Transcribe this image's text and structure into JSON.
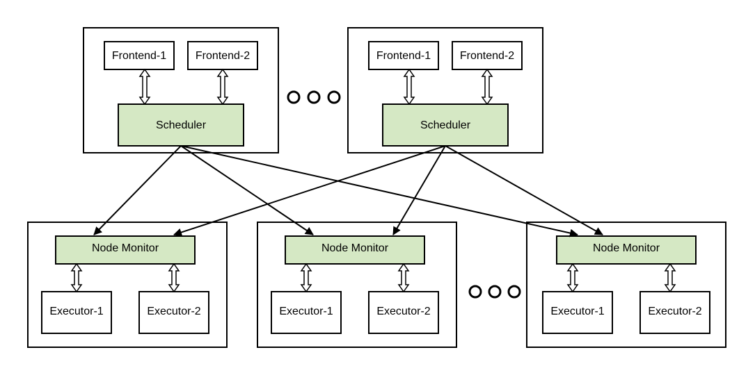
{
  "colors": {
    "stroke": "#000000",
    "green_fill": "#d5e8c4",
    "box_fill": "#ffffff",
    "background": "#ffffff"
  },
  "scheduler_groups": [
    {
      "frontends": [
        "Frontend-1",
        "Frontend-2"
      ],
      "scheduler": "Scheduler"
    },
    {
      "frontends": [
        "Frontend-1",
        "Frontend-2"
      ],
      "scheduler": "Scheduler"
    }
  ],
  "worker_groups": [
    {
      "node_monitor": "Node Monitor",
      "executors": [
        "Executor-1",
        "Executor-2"
      ]
    },
    {
      "node_monitor": "Node Monitor",
      "executors": [
        "Executor-1",
        "Executor-2"
      ]
    },
    {
      "node_monitor": "Node Monitor",
      "executors": [
        "Executor-1",
        "Executor-2"
      ]
    }
  ],
  "connections": [
    {
      "from": "scheduler-1",
      "to": "node-monitor-1"
    },
    {
      "from": "scheduler-1",
      "to": "node-monitor-2"
    },
    {
      "from": "scheduler-1",
      "to": "node-monitor-3"
    },
    {
      "from": "scheduler-2",
      "to": "node-monitor-1"
    },
    {
      "from": "scheduler-2",
      "to": "node-monitor-2"
    },
    {
      "from": "scheduler-2",
      "to": "node-monitor-3"
    }
  ],
  "ellipsis_marks": [
    {
      "between": "scheduler-groups",
      "count": 3
    },
    {
      "between": "worker-groups",
      "count": 3
    }
  ]
}
